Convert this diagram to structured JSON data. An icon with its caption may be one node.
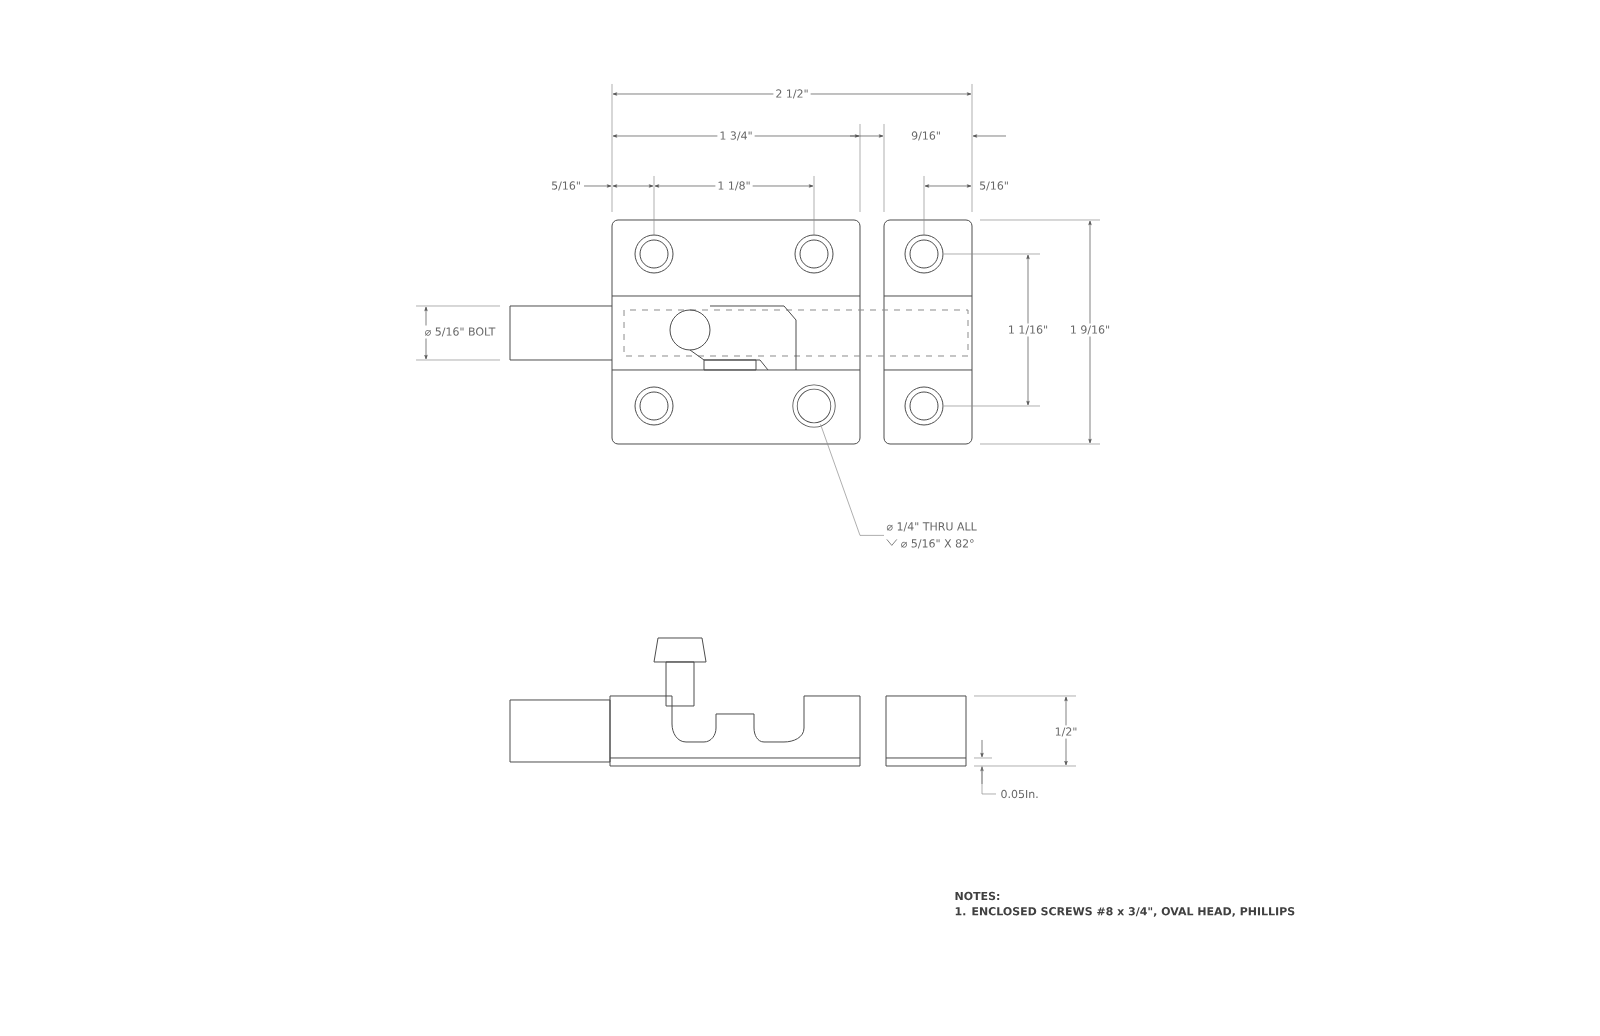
{
  "diagram": {
    "nodes": [
      {
        "text": [
          "⌀ 1/4\" THRU ALL",
          "⌀ 5/16\" X 82°"
        ]
      },
      {
        "text": [],
        "shape": "circle"
      }
    ],
    "edges": [
      {
        "from": 0,
        "to": 1,
        "arrow": "none"
      }
    ],
    "labels": [
      "2 1/2\"",
      "1 3/4\"",
      "9/16\"",
      "5/16\"",
      "1 1/8\"",
      "5/16\"",
      "⌀ 5/16\" BOLT",
      "1 1/16\"",
      "1 9/16\"",
      "1/2\"",
      "0.05In.",
      "NOTES:",
      "1.  ENCLOSED SCREWS #8 x 3/4\", OVAL HEAD, PHILLIPS"
    ]
  }
}
